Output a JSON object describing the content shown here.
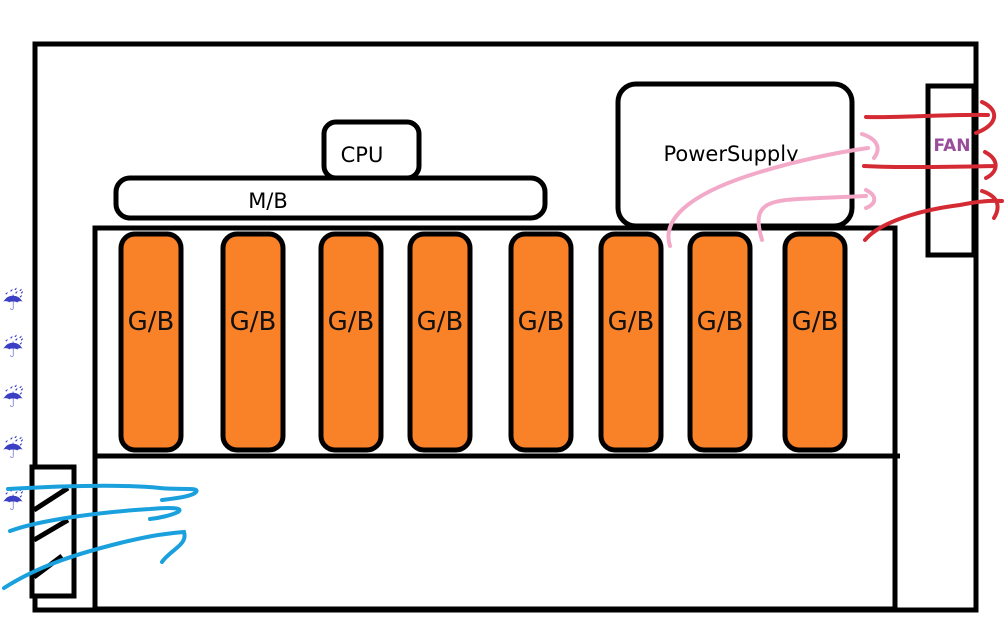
{
  "diagram": {
    "title": "PC case airflow layout",
    "colors": {
      "outline": "#000000",
      "gpu_fill": "#f98128",
      "intake_air": "#1aa0dd",
      "warm_air": "#f2aac8",
      "exhaust_air": "#d42a33",
      "fan_label": "#9a4c9c",
      "rain_icon": "#3a3fc4"
    },
    "components": {
      "cpu": "CPU",
      "motherboard": "M/B",
      "power_supply": "PowerSupply",
      "fan": "FAN",
      "graphics_boards": [
        "G/B",
        "G/B",
        "G/B",
        "G/B",
        "G/B",
        "G/B",
        "G/B",
        "G/B"
      ]
    },
    "side_icons": [
      "rain-umbrella",
      "rain-umbrella",
      "rain-umbrella",
      "rain-umbrella",
      "rain-umbrella"
    ],
    "side_icon_glyph": "☔",
    "intake_flows": 3,
    "warm_flows": 2,
    "exhaust_flows": 3
  }
}
